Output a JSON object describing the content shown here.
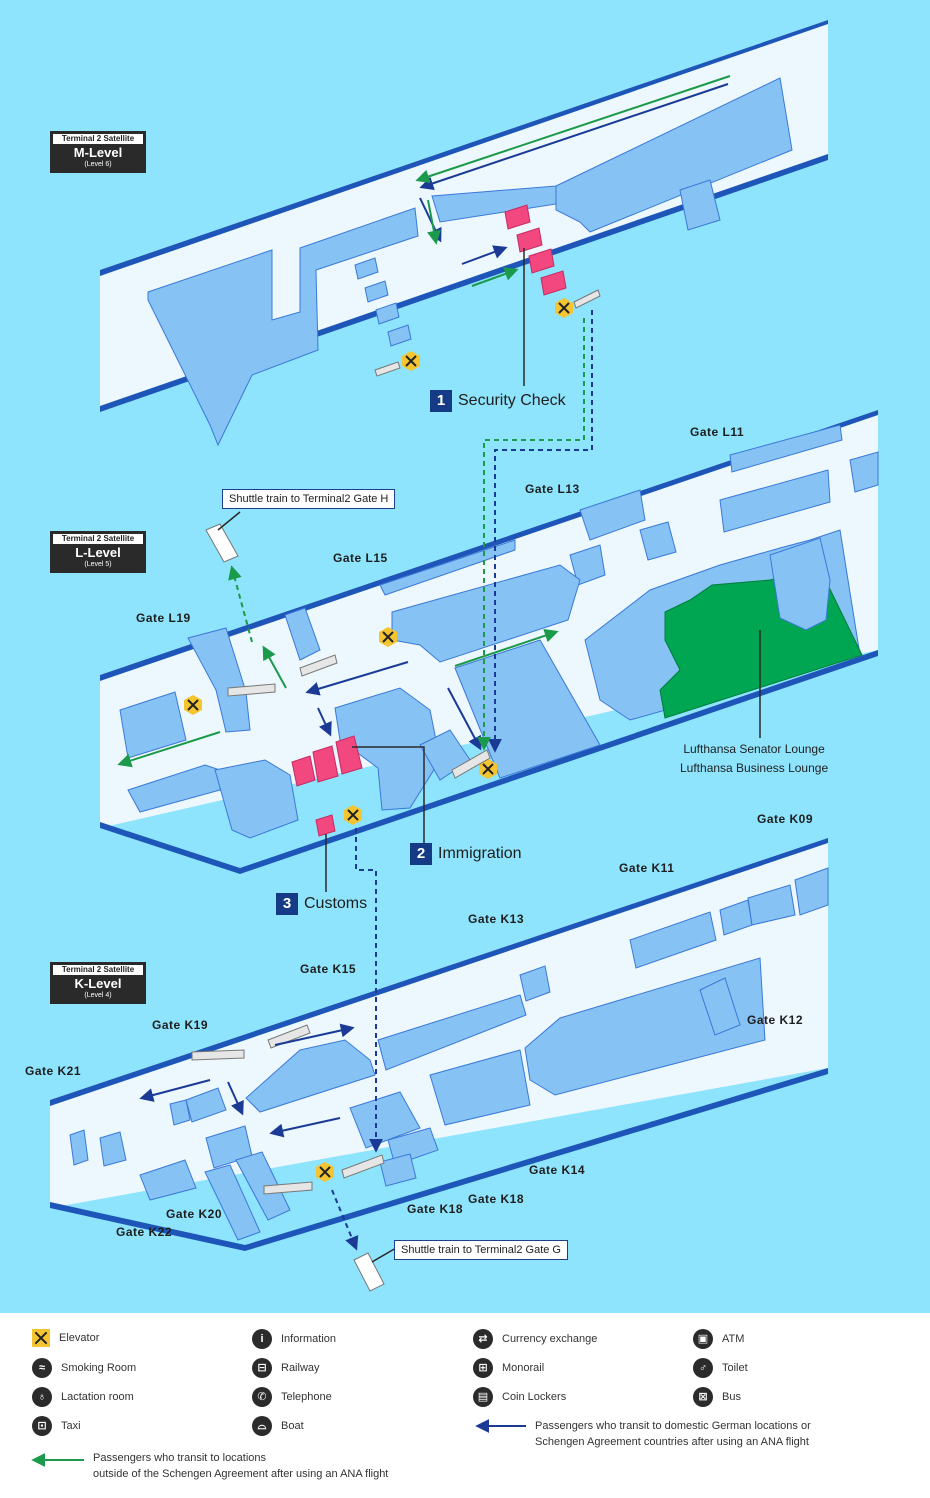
{
  "levels": {
    "m": {
      "sub": "Terminal 2 Satellite",
      "name": "M-Level",
      "level": "(Level 6)"
    },
    "l": {
      "sub": "Terminal 2 Satellite",
      "name": "L-Level",
      "level": "(Level 5)"
    },
    "k": {
      "sub": "Terminal 2 Satellite",
      "name": "K-Level",
      "level": "(Level 4)"
    }
  },
  "gates": {
    "l11": "Gate L11",
    "l13": "Gate L13",
    "l15": "Gate L15",
    "l19": "Gate L19",
    "k09": "Gate K09",
    "k11": "Gate K11",
    "k12": "Gate K12",
    "k13": "Gate K13",
    "k14": "Gate K14",
    "k15": "Gate K15",
    "k18a": "Gate K18",
    "k18b": "Gate K18",
    "k19": "Gate K19",
    "k20": "Gate K20",
    "k21": "Gate K21",
    "k22": "Gate K22"
  },
  "callouts": {
    "security": {
      "num": "1",
      "label": "Security Check"
    },
    "immigration": {
      "num": "2",
      "label": "Immigration"
    },
    "customs": {
      "num": "3",
      "label": "Customs"
    }
  },
  "shuttles": {
    "gate_h": "Shuttle train to Terminal2 Gate H",
    "gate_g": "Shuttle train to Terminal2 Gate G"
  },
  "lounge": {
    "line1": "Lufthansa Senator Lounge",
    "line2": "Lufthansa Business Lounge"
  },
  "legend": {
    "elevator": "Elevator",
    "information": "Information",
    "currency": "Currency exchange",
    "atm": "ATM",
    "smoking": "Smoking Room",
    "railway": "Railway",
    "monorail": "Monorail",
    "toilet": "Toilet",
    "lactation": "Lactation room",
    "telephone": "Telephone",
    "lockers": "Coin Lockers",
    "bus": "Bus",
    "taxi": "Taxi",
    "boat": "Boat",
    "blue_line_1": "Passengers who transit to domestic German locations or",
    "blue_line_2": "Schengen Agreement countries after using an ANA flight",
    "green_line_1": "Passengers who transit to locations",
    "green_line_2": "outside of the Schengen Agreement after using an ANA flight"
  },
  "colors": {
    "background": "#8ee4fc",
    "floor": "#ecf8fd",
    "block": "#86c3f4",
    "block_dark": "#3a78d8",
    "edge": "#1d56b8",
    "checkpoint": "#f2487f",
    "lounge": "#00a651",
    "elevator": "#f5c531",
    "route_blue": "#1a3a96",
    "route_green": "#1a9a4a"
  }
}
